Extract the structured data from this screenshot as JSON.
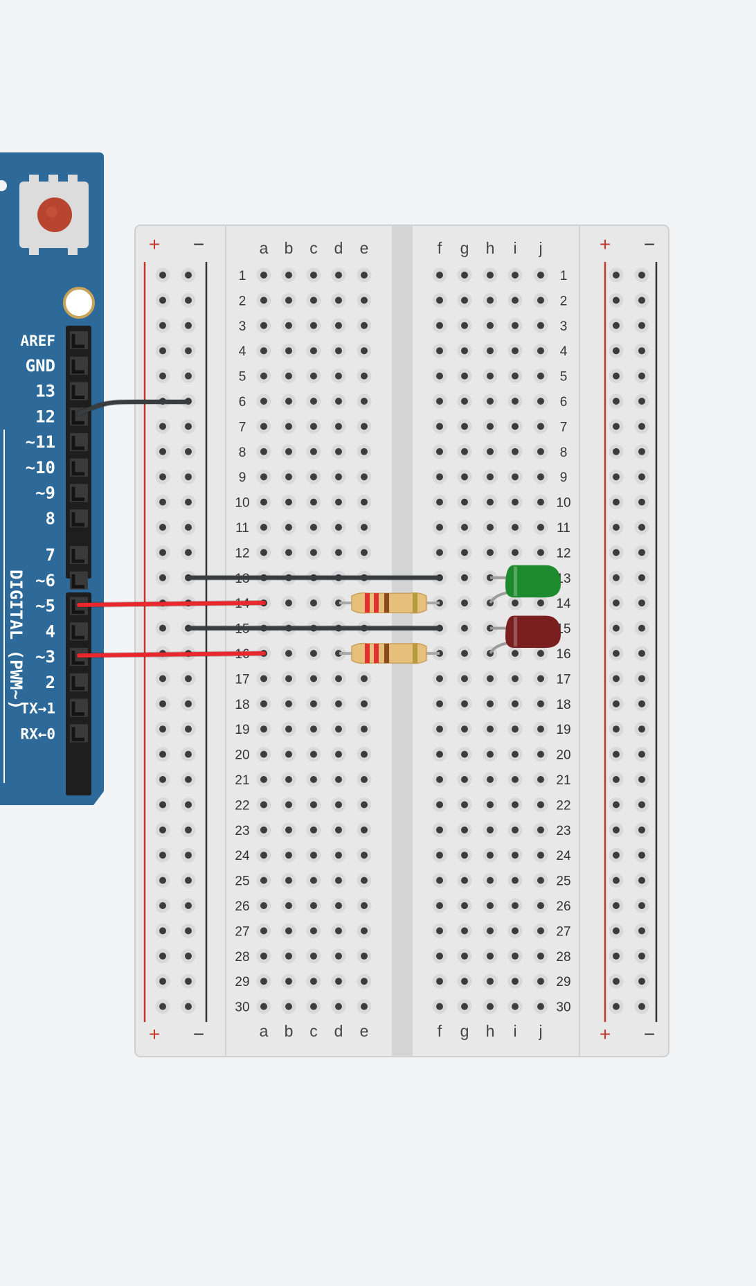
{
  "arduino": {
    "board_color": "#2d6a99",
    "pins": [
      {
        "label": "AREF",
        "row": 0
      },
      {
        "label": "GND",
        "row": 1
      },
      {
        "label": "13",
        "row": 2
      },
      {
        "label": "12",
        "row": 3
      },
      {
        "label": "~11",
        "row": 4
      },
      {
        "label": "~10",
        "row": 5
      },
      {
        "label": "~9",
        "row": 6
      },
      {
        "label": "8",
        "row": 7
      },
      {
        "label": "7",
        "row": 8
      },
      {
        "label": "~6",
        "row": 9
      },
      {
        "label": "~5",
        "row": 10
      },
      {
        "label": "4",
        "row": 11
      },
      {
        "label": "~3",
        "row": 12
      },
      {
        "label": "2",
        "row": 13
      },
      {
        "label": "TX→1",
        "row": 14
      },
      {
        "label": "RX←0",
        "row": 15
      }
    ],
    "digital_label": "DIGITAL (PWM~)",
    "reset_button_icon": "reset-button-icon"
  },
  "breadboard": {
    "columns_left": [
      "a",
      "b",
      "c",
      "d",
      "e"
    ],
    "columns_right": [
      "f",
      "g",
      "h",
      "i",
      "j"
    ],
    "rows": 30,
    "rail_plus": "+",
    "rail_minus": "−",
    "rail_plus_color": "#c0392b",
    "rail_minus_color": "#333333"
  },
  "components": {
    "wire_colors": {
      "red": "#e8282c",
      "black": "#3a3d40"
    },
    "led_colors": {
      "green": "#1e8a2e",
      "red": "#7a1f1f"
    },
    "resistor_color": "#e6c07b"
  }
}
